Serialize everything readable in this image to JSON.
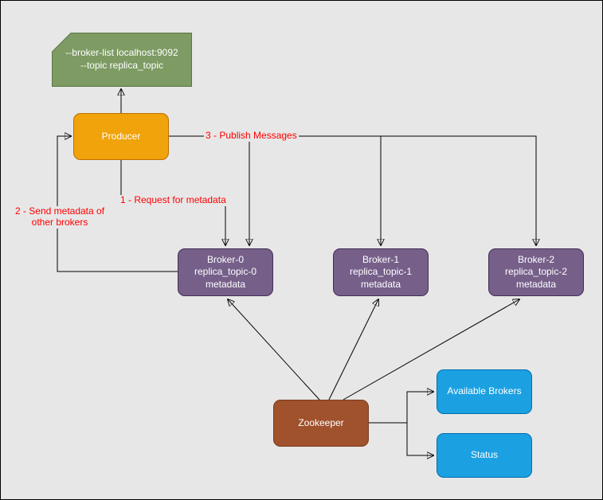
{
  "canvas": {
    "background": "#e7e7e7",
    "line_color": "#000000"
  },
  "nodes": {
    "note": {
      "text": "--broker-list localhost:9092\n--topic replica_topic",
      "fill": "#7d9b63",
      "border": "#5a7744"
    },
    "producer": {
      "label": "Producer",
      "fill": "#f0a30a",
      "border": "#bd7000"
    },
    "broker0": {
      "text": "Broker-0\nreplica_topic-0\nmetadata",
      "fill": "#76608a",
      "border": "#432d57"
    },
    "broker1": {
      "text": "Broker-1\nreplica_topic-1\nmetadata",
      "fill": "#76608a",
      "border": "#432d57"
    },
    "broker2": {
      "text": "Broker-2\nreplica_topic-2\nmetadata",
      "fill": "#76608a",
      "border": "#432d57"
    },
    "zookeeper": {
      "label": "Zookeeper",
      "fill": "#a0522d",
      "border": "#7a3a1d"
    },
    "available_brokers": {
      "label": "Available Brokers",
      "fill": "#1ba1e2",
      "border": "#006eaf"
    },
    "status": {
      "label": "Status",
      "fill": "#1ba1e2",
      "border": "#006eaf"
    }
  },
  "annotations": {
    "color": "#ff0000",
    "publish": "3 - Publish Messages",
    "request": "1 - Request for metadata",
    "send": "2 - Send metadata of\nother brokers"
  }
}
